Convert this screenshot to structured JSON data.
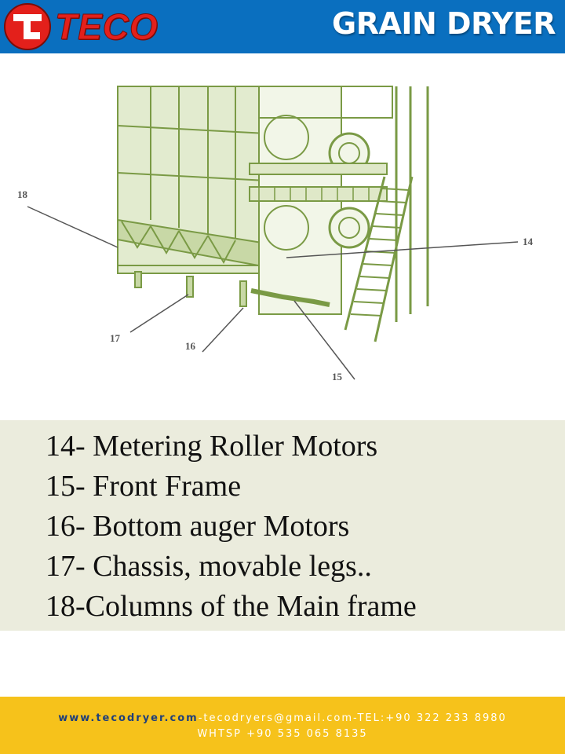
{
  "header": {
    "logo_text": "TECO",
    "title": "GRAIN DRYER"
  },
  "diagram": {
    "callouts": [
      "14",
      "15",
      "16",
      "17",
      "18"
    ]
  },
  "legend": {
    "items": [
      "14- Metering Roller Motors",
      "15- Front Frame",
      "16- Bottom auger Motors",
      "17- Chassis, movable legs..",
      "18-Columns of the Main frame"
    ]
  },
  "footer": {
    "website": "www.tecodryer.com",
    "contact": "-tecodryers@gmail.com-TEL:+90 322 233 8980",
    "whatsapp": "WHTSP +90 535 065 8135"
  },
  "colors": {
    "header_bg": "#0a6fbf",
    "logo_red": "#e3201b",
    "diagram_green": "#7a9a45",
    "legend_bg": "#ebecdd",
    "footer_bg": "#f6c21b"
  }
}
